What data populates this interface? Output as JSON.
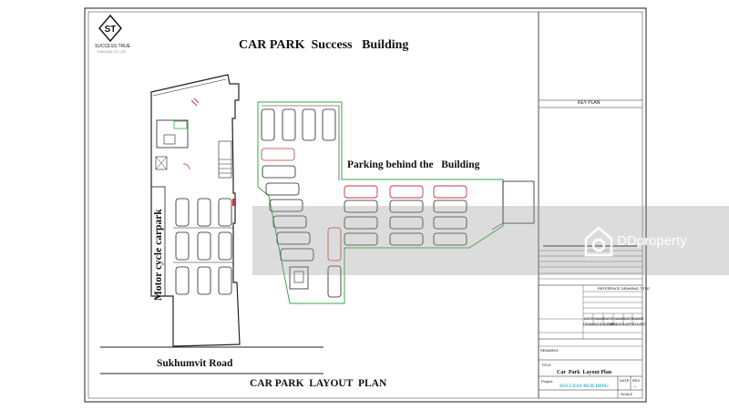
{
  "logo": {
    "initials": "ST",
    "name": "SUCCESS TRUE",
    "subtitle": "THAILAND CO.,LTD"
  },
  "drawing": {
    "title": "CAR PARK  Success   Building",
    "parking_area_label": "Parking behind the   Building",
    "motorcycle_label": "Motor cycle carpark",
    "road_label": "Sukhumvit Road",
    "plan_label": "CAR PARK  LAYOUT  PLAN"
  },
  "title_block": {
    "key_plan": "KEY PLAN",
    "reference_title": "REFERENCE DRAWING TITLE",
    "revision_headers": [
      "DATE",
      "NAME",
      "DATE",
      "NAME",
      "DATE",
      "NAME"
    ],
    "approval_headers": [
      "DRAWN/DESIGNED",
      "CHECKED",
      "APPROVED"
    ],
    "remarks": "REMARKS",
    "title_label": "TITLE",
    "title_value": "Car  Park  Layout Plan",
    "project_label": "Project",
    "project_value": "SUCCESS BUILDING",
    "date_label": "DATE",
    "rev_label": "REV.",
    "rev_value": "—",
    "scale_label": "SCALE"
  },
  "watermark": {
    "brand": "DDproperty"
  },
  "colors": {
    "line": "#1a1a1a",
    "red_car": "#c0393b",
    "green_boundary": "#3aa845",
    "project_text": "#27b3d8",
    "watermark": "#9a9a9a"
  }
}
